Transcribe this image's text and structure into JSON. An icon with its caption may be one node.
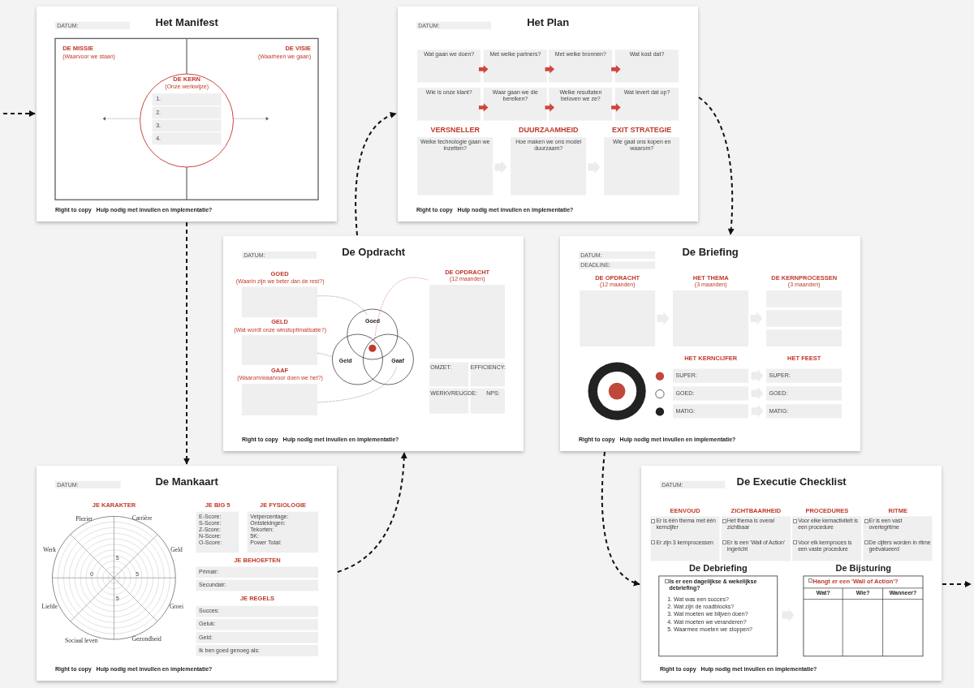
{
  "diagram": {
    "nodes": [
      {
        "text": [
          "DATUM:",
          "Het Manifest",
          "DE MISSIE",
          "(Waarvoor we staan)",
          "DE VISIE",
          "(Waarheen we gaan)",
          "DE KERN",
          "(Onze werkwijze)",
          "1.",
          "2.",
          "3.",
          "4.",
          "Right to copy",
          "Hulp nodig met invullen en implementatie?"
        ]
      },
      {
        "text": [
          "DATUM:",
          "Het Plan",
          "Wat gaan we doen?",
          "Met welke partners?",
          "Met welke bronnen?",
          "Wat kost dat?",
          "Wie is onze klant?",
          "Waar gaan we die bereiken?",
          "Welke resultaten beloven we ze?",
          "Wat levert dat op?",
          "VERSNELLER",
          "DUURZAAMHEID",
          "EXIT STRATEGIE",
          "Welke technologie gaan we inzetten?",
          "Hoe maken we ons model duurzaam?",
          "Wie gaat ons kopen en waarom?",
          "Right to copy",
          "Hulp nodig met invullen en implementatie?"
        ]
      },
      {
        "text": [
          "DATUM:",
          "De Opdracht",
          "GOED",
          "(Waarin zijn we beter dan de rest?)",
          "GELD",
          "(Wat wordt onze winstoptimalisatie?)",
          "GAAF",
          "(Waarom/waarvoor doen we het?)",
          "Goed",
          "Geld",
          "Gaaf",
          "DE OPDRACHT",
          "(12 maanden)",
          "OMZET:",
          "EFFICIENCY:",
          "WERKVREUGDE:",
          "NPS:",
          "Right to copy",
          "Hulp nodig met invullen en implementatie?"
        ]
      },
      {
        "text": [
          "DATUM:",
          "De Briefing",
          "DEADLINE:",
          "DE OPDRACHT",
          "(12 maanden)",
          "HET THEMA",
          "(3 maanden)",
          "DE KERNPROCESSEN",
          "(3 maanden)",
          "HET KERNCIJFER",
          "HET FEEST",
          "SUPER:",
          "GOED:",
          "MATIG:",
          "SUPER:",
          "GOED:",
          "MATIG:",
          "Right to copy",
          "Hulp nodig met invullen en implementatie?"
        ]
      },
      {
        "text": [
          "DATUM:",
          "De Mankaart",
          "JE KARAKTER",
          "Plezier",
          "Carrière",
          "Werk",
          "Geld",
          "Liefde",
          "Groei",
          "Sociaal leven",
          "Gezondheid",
          "5",
          "0",
          "5",
          "5",
          "JE BIG 5",
          "JE FYSIOLOGIE",
          "E-Score:",
          "S-Score:",
          "Z-Score:",
          "N-Score:",
          "O-Score:",
          "Vetpercentage:",
          "Ontstekingen:",
          "Tekorten:",
          "5K:",
          "Power Total:",
          "JE BEHOEFTEN",
          "Primair:",
          "Secundair:",
          "JE REGELS",
          "Succes:",
          "Geluk:",
          "Geld:",
          "Ik ben goed genoeg als:",
          "Right to copy",
          "Hulp nodig met invullen en implementatie?"
        ]
      },
      {
        "text": [
          "DATUM:",
          "De Executie Checklist",
          "EENVOUD",
          "ZICHTBAARHEID",
          "PROCEDURES",
          "RITME",
          "Er is één thema met één kerncijfer",
          "Er zijn 3 kernprocessen",
          "Het thema is overal zichtbaar",
          "Er is een 'Wall of Action' ingericht",
          "Voor elke kernactiviteit is een procedure",
          "Voor elk kernproces is een vaste procedure",
          "Er is een vast overlegritme",
          "De cijfers worden in ritme geëvalueerd",
          "De Debriefing",
          "De Bijsturing",
          "Is er een dagelijkse & wekelijkse debriefing?",
          "1. Wat was een succes?",
          "2. Wat zijn de roadblocks?",
          "3. Wat moeten we blijven doen?",
          "4. Wat moeten we veranderen?",
          "5. Waarmee moeten we stoppen?",
          "Hangt er een 'Wall of Action'?",
          "Wat?",
          "Wie?",
          "Wanneer?",
          "Right to copy",
          "Hulp nodig met invullen en implementatie?"
        ]
      }
    ],
    "edges": [
      {
        "from": null,
        "to": 0,
        "arrow": "to",
        "style": "dashed"
      },
      {
        "from": 0,
        "to": 4,
        "arrow": "to",
        "style": "dashed"
      },
      {
        "from": 4,
        "to": 2,
        "arrow": "to",
        "style": "dashed"
      },
      {
        "from": 2,
        "to": 1,
        "arrow": "to",
        "style": "dashed"
      },
      {
        "from": 1,
        "to": 3,
        "arrow": "to",
        "style": "dashed"
      },
      {
        "from": 3,
        "to": 5,
        "arrow": "to",
        "style": "dashed"
      },
      {
        "from": 5,
        "to": null,
        "arrow": "to",
        "style": "dashed"
      }
    ]
  }
}
